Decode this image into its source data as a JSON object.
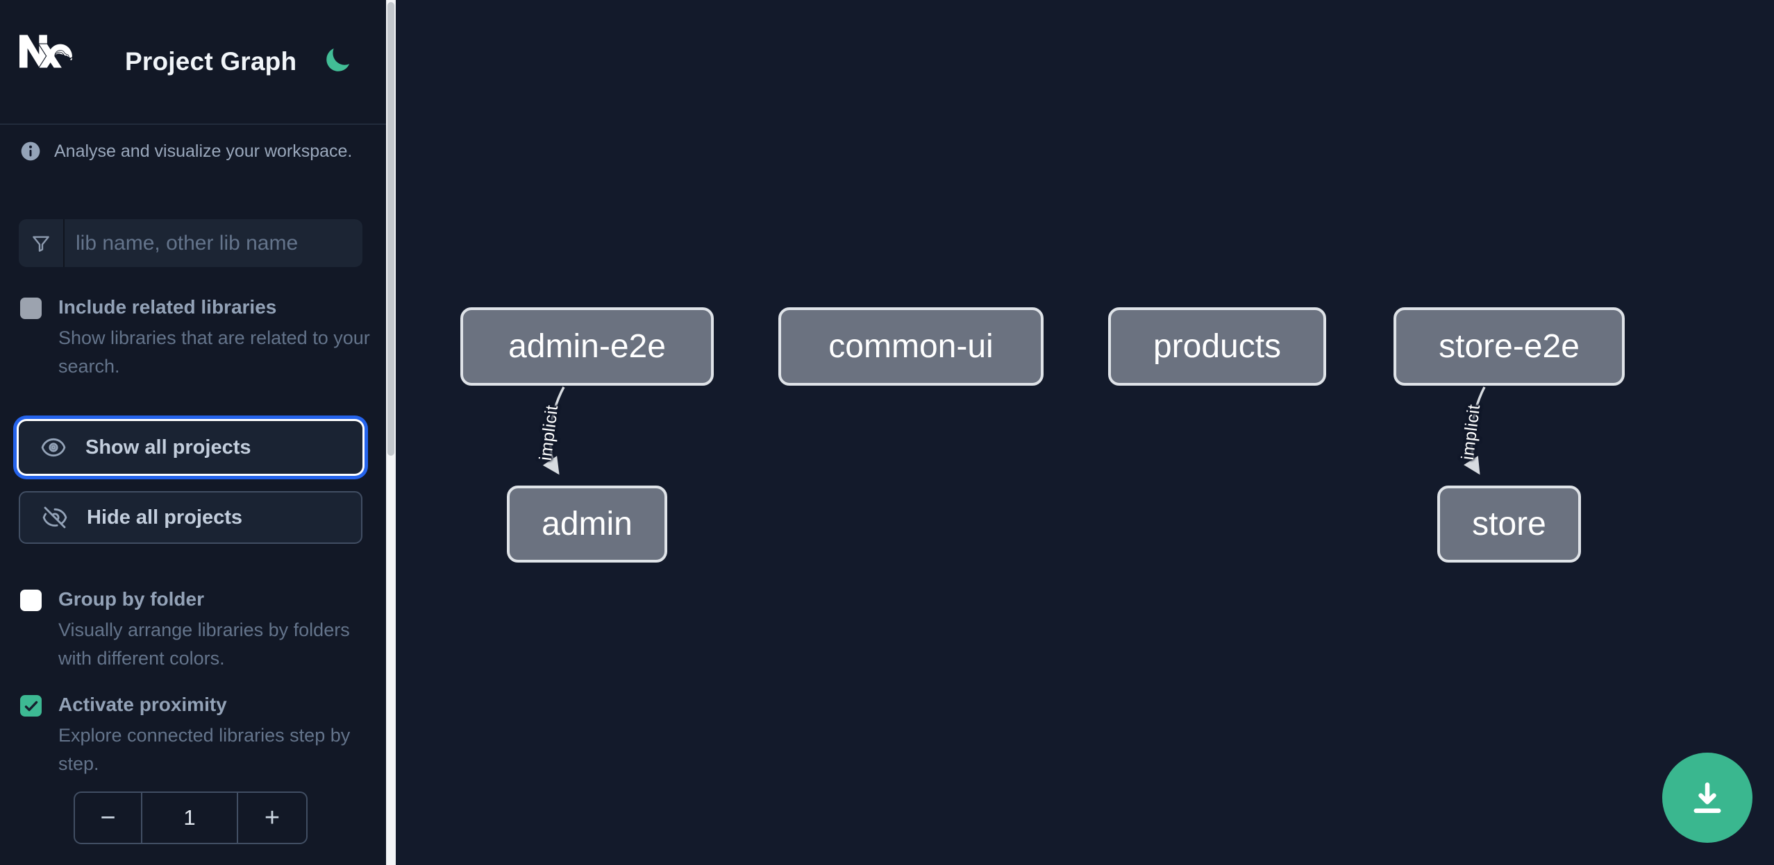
{
  "app": {
    "title": "Project Graph"
  },
  "sidebar": {
    "tagline": "Analyse and visualize your workspace.",
    "search": {
      "placeholder": "lib name, other lib name",
      "value": ""
    },
    "toggles": [
      {
        "label": "Include related libraries",
        "description": "Show libraries that are related to your search.",
        "checked": false
      },
      {
        "label": "Group by folder",
        "description": "Visually arrange libraries by folders with different colors.",
        "checked": false
      },
      {
        "label": "Activate proximity",
        "description": "Explore connected libraries step by step.",
        "checked": true
      }
    ],
    "actions": {
      "show_all": "Show all projects",
      "hide_all": "Hide all projects"
    },
    "proximity_stepper": {
      "decrement": "−",
      "value": "1",
      "increment": "+"
    }
  },
  "graph": {
    "nodes": [
      {
        "label": "admin-e2e"
      },
      {
        "label": "common-ui"
      },
      {
        "label": "products"
      },
      {
        "label": "store-e2e"
      },
      {
        "label": "admin"
      },
      {
        "label": "store"
      }
    ],
    "edges": [
      {
        "from": "admin-e2e",
        "to": "admin",
        "label": "implicit"
      },
      {
        "from": "store-e2e",
        "to": "store",
        "label": "implicit"
      }
    ]
  },
  "colors": {
    "accent_green": "#3ab78f",
    "focus_blue": "#2563eb",
    "node_fill": "#6b7280",
    "sidebar_bg": "#121826",
    "canvas_bg": "#131a2b"
  }
}
